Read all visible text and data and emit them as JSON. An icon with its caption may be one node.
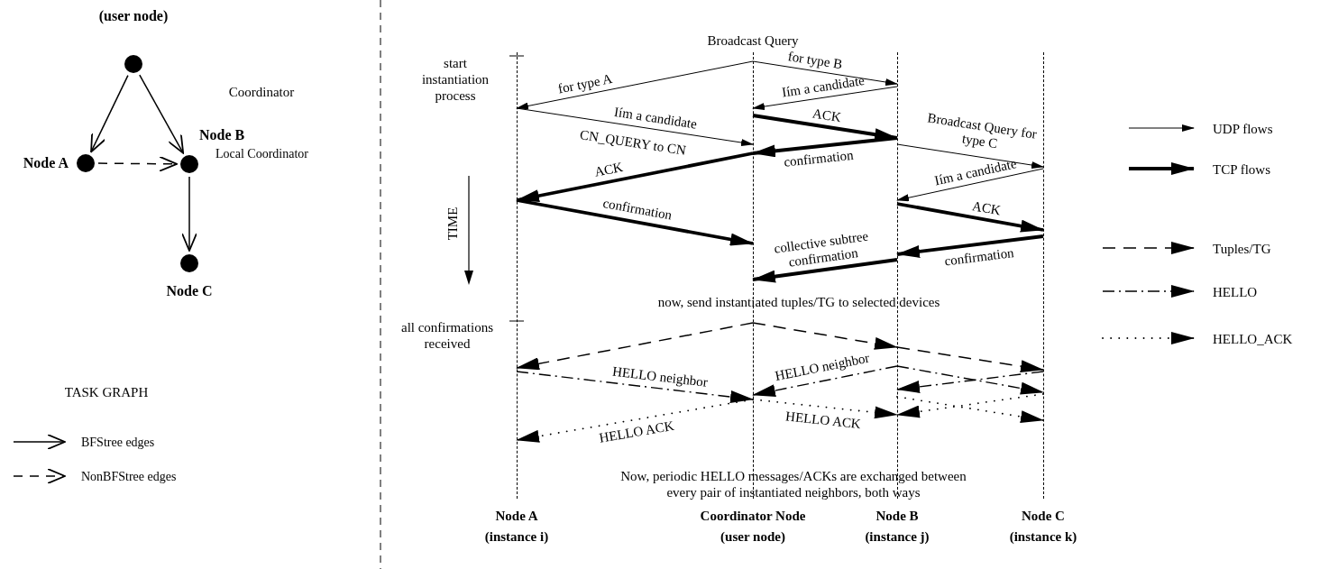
{
  "diagram": {
    "nodes": [
      {
        "text": [
          "(user node)"
        ]
      },
      {
        "text": [
          "Node A"
        ]
      },
      {
        "text": [
          "Node B"
        ],
        "beside": [
          "Local Coordinator"
        ]
      },
      {
        "text": [
          "Node C"
        ]
      },
      {
        "text": [
          "Node A (instance i)"
        ]
      },
      {
        "text": [
          "Coordinator Node (user node)"
        ]
      },
      {
        "text": [
          "Node B (instance j)"
        ]
      },
      {
        "text": [
          "Node C (instance k)"
        ]
      }
    ],
    "edges": [
      {
        "from": 0,
        "to": 1,
        "arrow": "to"
      },
      {
        "from": 0,
        "to": 2,
        "arrow": "to"
      },
      {
        "from": 1,
        "to": 2,
        "arrow": "to",
        "style": "dashed"
      },
      {
        "from": 2,
        "to": 3,
        "arrow": "to"
      },
      {
        "from": 5,
        "to": 4,
        "arrow": "to",
        "label": "for type A"
      },
      {
        "from": 5,
        "to": 6,
        "arrow": "to",
        "label": "for type B"
      },
      {
        "from": 6,
        "to": 5,
        "arrow": "to",
        "label": "Iím a candidate"
      },
      {
        "from": 4,
        "to": 5,
        "arrow": "to",
        "label": "Iím a candidate"
      },
      {
        "from": 5,
        "to": 6,
        "arrow": "to",
        "label": "ACK",
        "style": "thick"
      },
      {
        "from": 6,
        "to": 5,
        "arrow": "to",
        "label": "confirmation",
        "style": "thick"
      },
      {
        "from": 5,
        "to": 4,
        "arrow": "to",
        "label": "ACK",
        "style": "thick"
      },
      {
        "from": 4,
        "to": 5,
        "arrow": "to",
        "label": "confirmation",
        "style": "thick"
      },
      {
        "from": 6,
        "to": 7,
        "arrow": "to",
        "label": "Broadcast Query for type C"
      },
      {
        "from": 7,
        "to": 6,
        "arrow": "to",
        "label": "Iím a candidate"
      },
      {
        "from": 6,
        "to": 7,
        "arrow": "to",
        "label": "ACK",
        "style": "thick"
      },
      {
        "from": 7,
        "to": 6,
        "arrow": "to",
        "label": "confirmation",
        "style": "thick"
      },
      {
        "from": 6,
        "to": 5,
        "arrow": "to",
        "label": "collective subtree confirmation",
        "style": "thick"
      },
      {
        "from": 5,
        "to": 4,
        "arrow": "to",
        "style": "dashed"
      },
      {
        "from": 5,
        "to": 6,
        "arrow": "to",
        "style": "dashed"
      },
      {
        "from": 6,
        "to": 7,
        "arrow": "to",
        "style": "dashed"
      },
      {
        "from": 4,
        "to": 5,
        "arrow": "to",
        "label": "HELLO neighbor",
        "style": "dashed"
      },
      {
        "from": 6,
        "to": 5,
        "arrow": "to",
        "label": "HELLO neighbor",
        "style": "dashed"
      },
      {
        "from": 6,
        "to": 7,
        "arrow": "to",
        "style": "dashed"
      },
      {
        "from": 7,
        "to": 6,
        "arrow": "to",
        "style": "dashed"
      },
      {
        "from": 5,
        "to": 4,
        "arrow": "to",
        "label": "HELLO ACK",
        "style": "dashed"
      },
      {
        "from": 5,
        "to": 6,
        "arrow": "to",
        "label": "HELLO ACK",
        "style": "dashed"
      },
      {
        "from": 7,
        "to": 6,
        "arrow": "to",
        "style": "dashed"
      },
      {
        "from": 6,
        "to": 7,
        "arrow": "to",
        "style": "dashed"
      }
    ],
    "labels": [
      "Broadcast Query",
      "start instantiation process",
      "Coordinator",
      "CN_QUERY to CN",
      "TIME",
      "now, send instantiated tuples/TG to selected devices",
      "all confirmations received",
      "TASK GRAPH",
      "Now, periodic HELLO messages/ACKs are exchanged between every pair of instantiated neighbors, both ways"
    ],
    "legend": [
      {
        "text": "BFStree edges"
      },
      {
        "text": "NonBFStree edges"
      },
      {
        "text": "UDP flows"
      },
      {
        "text": "TCP flows"
      },
      {
        "text": "Tuples/TG"
      },
      {
        "text": "HELLO"
      },
      {
        "text": "HELLO_ACK"
      }
    ]
  }
}
